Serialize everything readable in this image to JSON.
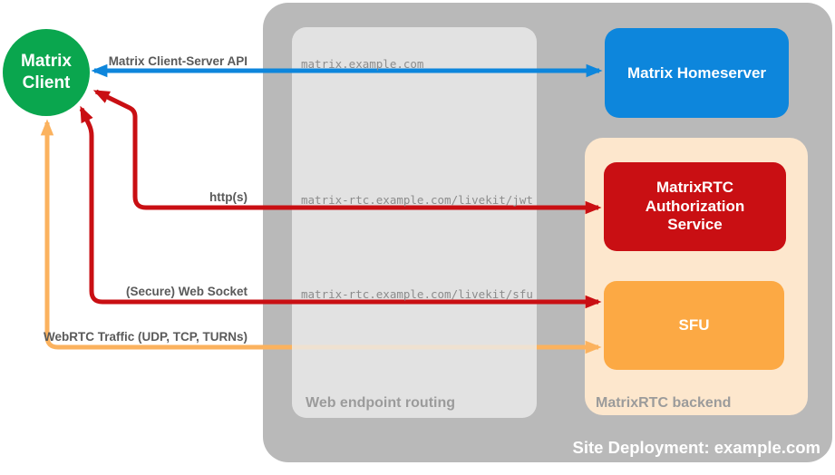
{
  "colors": {
    "green": "#0aa64e",
    "blue": "#0d86dc",
    "red": "#c90f13",
    "orange": "#fca944",
    "orange_light": "#fbb25e",
    "peach": "#fde7cd",
    "gray_outer": "#b9b9b9",
    "gray_label": "#5a5a5a",
    "gray_caption": "#9b9b9b",
    "gray_mono": "#8c8c8c"
  },
  "nodes": {
    "client": {
      "line1": "Matrix",
      "line2": "Client"
    },
    "homeserver": {
      "label": "Matrix Homeserver"
    },
    "auth": {
      "label": "MatrixRTC Authorization Service"
    },
    "sfu": {
      "label": "SFU"
    }
  },
  "containers": {
    "deployment": {
      "caption": "Site Deployment: example.com"
    },
    "routing": {
      "caption": "Web endpoint routing"
    },
    "backend": {
      "caption": "MatrixRTC backend"
    }
  },
  "endpoints": {
    "homeserver": "matrix.example.com",
    "jwt": "matrix-rtc.example.com/livekit/jwt",
    "sfu": "matrix-rtc.example.com/livekit/sfu"
  },
  "arrows": {
    "api": {
      "label": "Matrix Client-Server API"
    },
    "https": {
      "label": "http(s)"
    },
    "websocket": {
      "label": "(Secure) Web Socket"
    },
    "webrtc": {
      "label": "WebRTC Traffic (UDP, TCP, TURNs)"
    }
  }
}
